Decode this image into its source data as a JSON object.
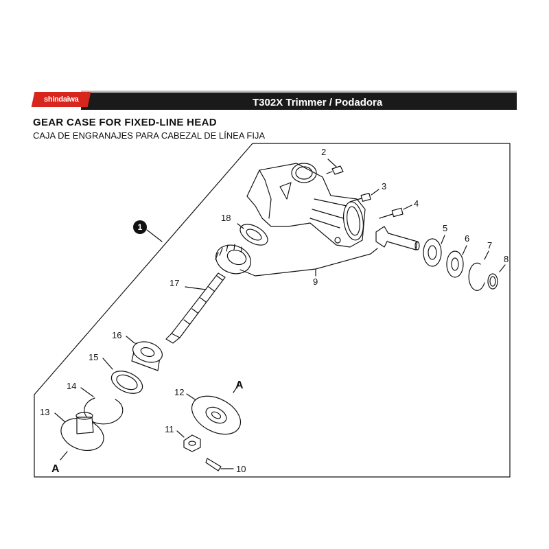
{
  "header": {
    "brand": "shindaiwa",
    "title": "T302X Trimmer / Podadora"
  },
  "section": {
    "title": "GEAR CASE FOR FIXED-LINE HEAD",
    "subtitle": "CAJA DE ENGRANAJES PARA CABEZAL DE LÍNEA FIJA"
  },
  "assembly_badge": "1",
  "callouts": {
    "p2": "2",
    "p3": "3",
    "p4": "4",
    "p5": "5",
    "p6": "6",
    "p7": "7",
    "p8": "8",
    "p9": "9",
    "p10": "10",
    "p11": "11",
    "p12": "12",
    "p13": "13",
    "p14": "14",
    "p15": "15",
    "p16": "16",
    "p17": "17",
    "p18": "18"
  },
  "reference_marks": {
    "a_top": "A",
    "a_bottom": "A"
  },
  "colors": {
    "brand_red": "#d8261f",
    "banner_dark": "#1a1a1a",
    "line": "#111111"
  }
}
